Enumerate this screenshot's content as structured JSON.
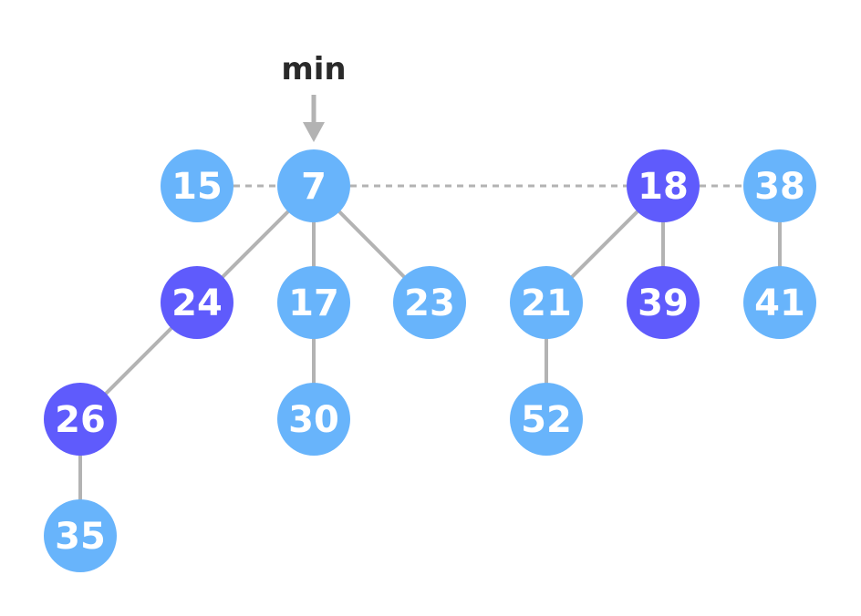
{
  "colors": {
    "unmarked": "#68b4fb",
    "marked": "#5f5bfc",
    "edge": "#b3b3b3",
    "text": "#ffffff",
    "pointer_text": "#2a2a2a"
  },
  "min_pointer": {
    "label": "min",
    "target": "n7"
  },
  "root_list": [
    "n15",
    "n7",
    "n18",
    "n38"
  ],
  "nodes": {
    "n15": {
      "key": "15",
      "marked": false
    },
    "n7": {
      "key": "7",
      "marked": false
    },
    "n18": {
      "key": "18",
      "marked": true
    },
    "n38": {
      "key": "38",
      "marked": false
    },
    "n24": {
      "key": "24",
      "marked": true
    },
    "n17": {
      "key": "17",
      "marked": false
    },
    "n23": {
      "key": "23",
      "marked": false
    },
    "n21": {
      "key": "21",
      "marked": false
    },
    "n39": {
      "key": "39",
      "marked": true
    },
    "n41": {
      "key": "41",
      "marked": false
    },
    "n26": {
      "key": "26",
      "marked": true
    },
    "n30": {
      "key": "30",
      "marked": false
    },
    "n52": {
      "key": "52",
      "marked": false
    },
    "n35": {
      "key": "35",
      "marked": false
    }
  },
  "children": [
    [
      "n7",
      "n24"
    ],
    [
      "n7",
      "n17"
    ],
    [
      "n7",
      "n23"
    ],
    [
      "n24",
      "n26"
    ],
    [
      "n26",
      "n35"
    ],
    [
      "n17",
      "n30"
    ],
    [
      "n18",
      "n21"
    ],
    [
      "n18",
      "n39"
    ],
    [
      "n21",
      "n52"
    ],
    [
      "n38",
      "n41"
    ]
  ]
}
